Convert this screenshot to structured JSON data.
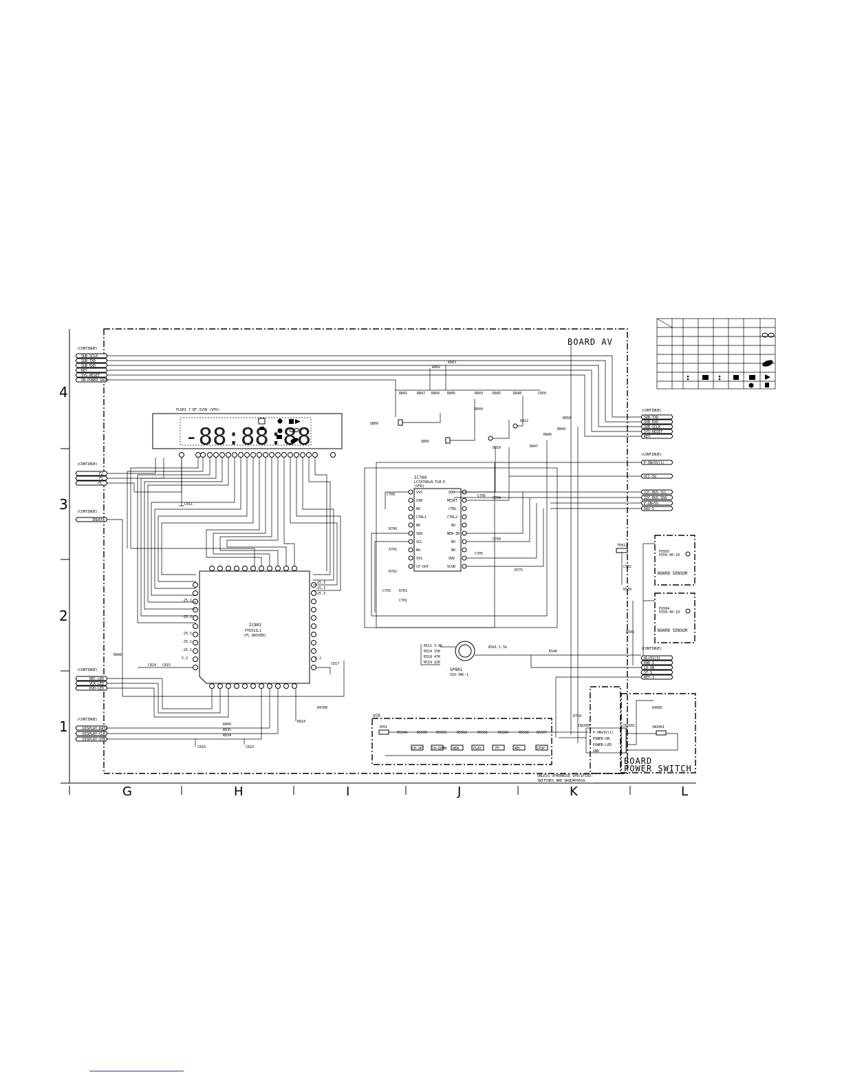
{
  "board": {
    "title": "BOARD AV",
    "sensor1": "BOARD SENSOR",
    "sensor2": "BOARD SENSOR",
    "power_title_1": "BOARD",
    "power_title_2": "POWER SWITCH"
  },
  "grid": {
    "columns": [
      "G",
      "H",
      "I",
      "J",
      "K",
      "L"
    ],
    "rows": [
      "4",
      "3",
      "2",
      "1"
    ]
  },
  "components": {
    "display": "FL801",
    "display_digits": "-88:88:88",
    "ic_controller": "IC802",
    "ic_eeprom": "IC700",
    "vcr_block": "VCR",
    "buzzer": "SP801",
    "power_conn": "CN1005"
  },
  "connectors_left": [
    "SUB-SCLK",
    "SUB-TXD",
    "SUB-RXD",
    "KEY",
    "SYS-RESET",
    "ON-POWER-SAVE"
  ],
  "connectors_left_mid": [
    "F2",
    "F1",
    "-FL"
  ],
  "connectors_left_3": [
    "IRDATA"
  ],
  "connectors_left_2": [
    "REC-LED",
    "VCR-LED",
    "DVD-LED"
  ],
  "connectors_left_1": [
    "DISPLAY-DATA",
    "DISPLAY-CLK",
    "DISPLAY-STB"
  ],
  "connectors_right": [
    "SUB-TXD",
    "SUB-RXD",
    "SUB-SCLK",
    "SYS-RESET",
    "KEY"
  ],
  "connectors_right_mid": [
    "P-ON+5V(1)",
    "VCC-5V",
    "IIC-BUS SCL",
    "IIC-BUS SDA",
    "P-ON+5V",
    "DAV-5"
  ],
  "connectors_right_low": [
    "AL+5V(3)",
    "END-S",
    "LD-ON",
    "ST-S",
    "KEY-1"
  ],
  "vcr_keys": [
    "CH-UP",
    "CH-DOWN",
    "REW",
    "PLAY",
    "FF",
    "REC",
    "STOP"
  ],
  "power_pins": [
    "P-ON+5V(1)",
    "POWER-ON",
    "POWER-LED",
    "GND"
  ],
  "notes": [
    "UNLESS OTHERWISE SPECIFIED:",
    "SWITCHES ARE SKQDAP001A."
  ]
}
